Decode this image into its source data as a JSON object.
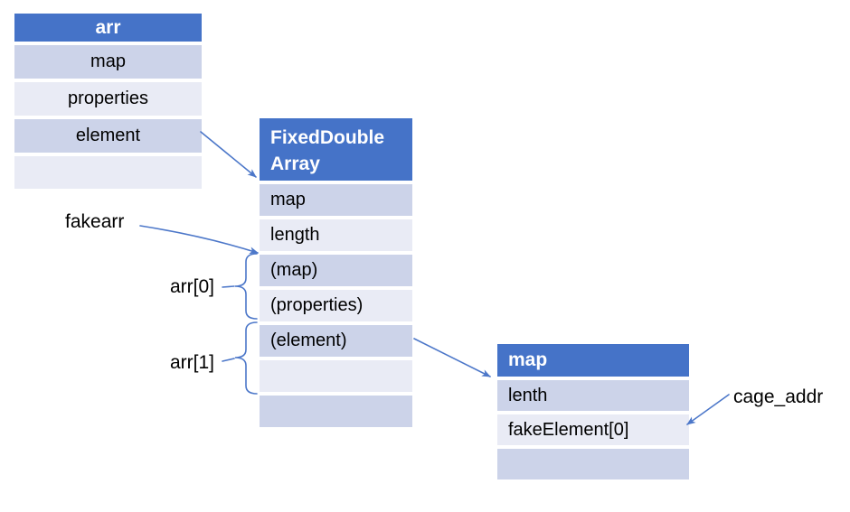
{
  "palette": {
    "header_blue": "#4573C8",
    "band_dark": "#CCD3E9",
    "band_light": "#E9EBF5",
    "connector_blue": "#4C77C9",
    "header_text": "#FFFFFF",
    "row_text": "#000000",
    "background": "#FFFFFF"
  },
  "tables": {
    "arr": {
      "title": "arr",
      "rows": [
        "map",
        "properties",
        "element",
        ""
      ]
    },
    "fixed_double_array": {
      "title": "FixedDouble Array",
      "rows": [
        "map",
        "length",
        "(map)",
        "(properties)",
        "(element)",
        "",
        ""
      ]
    },
    "map": {
      "title": "map",
      "rows": [
        "lenth",
        "fakeElement[0]",
        ""
      ]
    }
  },
  "labels": {
    "fakearr": "fakearr",
    "arr0": "arr[0]",
    "arr1": "arr[1]",
    "cage_addr": "cage_addr"
  }
}
